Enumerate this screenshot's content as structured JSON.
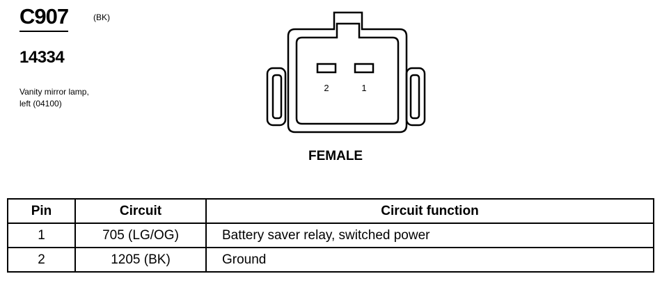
{
  "connector": {
    "id": "C907",
    "color": "(BK)",
    "part_number": "14334",
    "description": "Vanity mirror lamp,\nleft (04100)",
    "gender": "FEMALE"
  },
  "pins": {
    "labels": [
      "2",
      "1"
    ]
  },
  "table": {
    "headers": {
      "pin": "Pin",
      "circuit": "Circuit",
      "function": "Circuit function"
    },
    "rows": [
      {
        "pin": "1",
        "circuit": "705 (LG/OG)",
        "function": "Battery saver relay, switched power"
      },
      {
        "pin": "2",
        "circuit": "1205 (BK)",
        "function": "Ground"
      }
    ]
  }
}
